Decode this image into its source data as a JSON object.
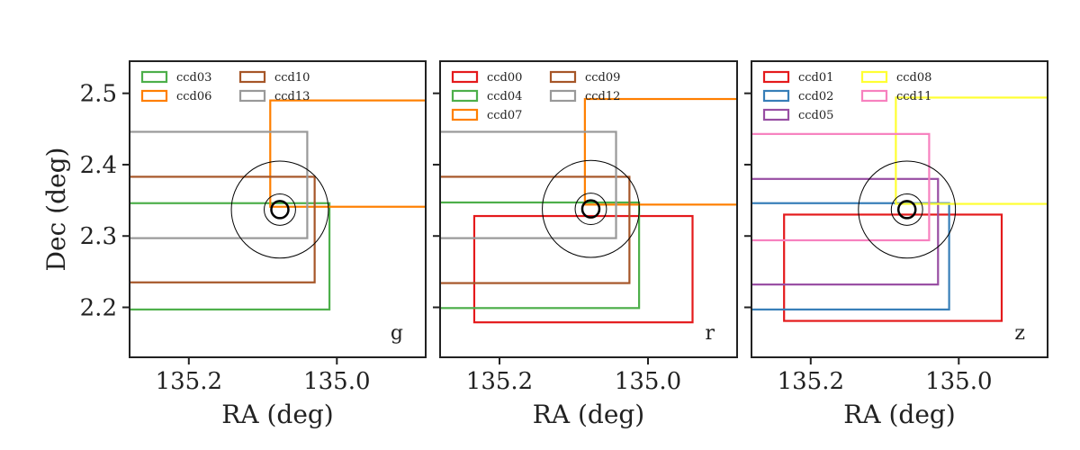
{
  "chart_data": [
    {
      "type": "rectangles",
      "band": "g",
      "xlabel": "RA (deg)",
      "ylabel": "Dec (deg)",
      "xlim": [
        135.28,
        134.88
      ],
      "ylim": [
        2.13,
        2.545
      ],
      "xticks": [
        135.2,
        135.0
      ],
      "yticks": [
        2.2,
        2.3,
        2.4,
        2.5
      ],
      "legend_columns": 2,
      "legend_order": [
        "ccd03",
        "ccd06",
        "ccd10",
        "ccd13"
      ],
      "ccds": [
        {
          "name": "ccd03",
          "color": "#4daf4a",
          "ra": [
            135.33,
            135.01
          ],
          "dec": [
            2.197,
            2.346
          ]
        },
        {
          "name": "ccd06",
          "color": "#ff7f00",
          "ra": [
            135.09,
            134.84
          ],
          "dec": [
            2.341,
            2.49
          ]
        },
        {
          "name": "ccd10",
          "color": "#a65628",
          "ra": [
            135.33,
            135.03
          ],
          "dec": [
            2.235,
            2.383
          ]
        },
        {
          "name": "ccd13",
          "color": "#999999",
          "ra": [
            135.33,
            135.04
          ],
          "dec": [
            2.297,
            2.446
          ]
        }
      ],
      "circles": {
        "center": [
          135.077,
          2.337
        ],
        "radii_deg": [
          0.068,
          0.012,
          0.022
        ],
        "stroke_widths": [
          1,
          2.5,
          1
        ]
      }
    },
    {
      "type": "rectangles",
      "band": "r",
      "xlabel": "RA (deg)",
      "ylabel": "",
      "xlim": [
        135.28,
        134.88
      ],
      "ylim": [
        2.13,
        2.545
      ],
      "xticks": [
        135.2,
        135.0
      ],
      "yticks": [
        2.2,
        2.3,
        2.4,
        2.5
      ],
      "legend_columns": 2,
      "legend_order": [
        "ccd00",
        "ccd04",
        "ccd07",
        "ccd09",
        "ccd12"
      ],
      "ccds": [
        {
          "name": "ccd00",
          "color": "#e41a1c",
          "ra": [
            135.234,
            134.94
          ],
          "dec": [
            2.179,
            2.328
          ]
        },
        {
          "name": "ccd04",
          "color": "#4daf4a",
          "ra": [
            135.33,
            135.012
          ],
          "dec": [
            2.199,
            2.347
          ]
        },
        {
          "name": "ccd07",
          "color": "#ff7f00",
          "ra": [
            135.085,
            134.84
          ],
          "dec": [
            2.344,
            2.492
          ]
        },
        {
          "name": "ccd09",
          "color": "#a65628",
          "ra": [
            135.33,
            135.025
          ],
          "dec": [
            2.234,
            2.383
          ]
        },
        {
          "name": "ccd12",
          "color": "#999999",
          "ra": [
            135.33,
            135.043
          ],
          "dec": [
            2.297,
            2.446
          ]
        }
      ],
      "circles": {
        "center": [
          135.077,
          2.338
        ],
        "radii_deg": [
          0.068,
          0.012,
          0.022
        ],
        "stroke_widths": [
          1,
          2.5,
          1
        ]
      }
    },
    {
      "type": "rectangles",
      "band": "z",
      "xlabel": "RA (deg)",
      "ylabel": "",
      "xlim": [
        135.28,
        134.88
      ],
      "ylim": [
        2.13,
        2.545
      ],
      "xticks": [
        135.2,
        135.0
      ],
      "yticks": [
        2.2,
        2.3,
        2.4,
        2.5
      ],
      "legend_columns": 2,
      "legend_order": [
        "ccd01",
        "ccd02",
        "ccd05",
        "ccd08",
        "ccd11"
      ],
      "ccds": [
        {
          "name": "ccd01",
          "color": "#e41a1c",
          "ra": [
            135.236,
            134.942
          ],
          "dec": [
            2.181,
            2.33
          ]
        },
        {
          "name": "ccd02",
          "color": "#377eb8",
          "ra": [
            135.33,
            135.013
          ],
          "dec": [
            2.197,
            2.346
          ]
        },
        {
          "name": "ccd05",
          "color": "#984ea3",
          "ra": [
            135.33,
            135.028
          ],
          "dec": [
            2.232,
            2.38
          ]
        },
        {
          "name": "ccd08",
          "color": "#ffff33",
          "ra": [
            135.085,
            134.84
          ],
          "dec": [
            2.345,
            2.494
          ]
        },
        {
          "name": "ccd11",
          "color": "#f781bf",
          "ra": [
            135.33,
            135.04
          ],
          "dec": [
            2.294,
            2.443
          ]
        }
      ],
      "circles": {
        "center": [
          135.07,
          2.337
        ],
        "radii_deg": [
          0.068,
          0.012,
          0.022
        ],
        "stroke_widths": [
          1,
          2.5,
          1
        ]
      }
    }
  ]
}
